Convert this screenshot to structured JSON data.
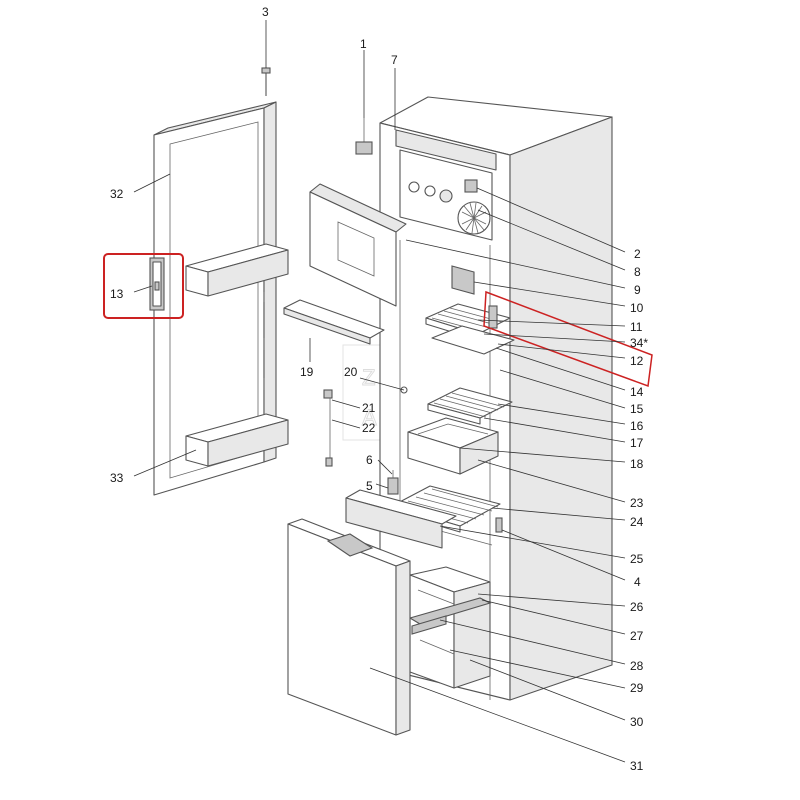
{
  "highlight_color": "#cc2222",
  "callouts": {
    "c1": "1",
    "c2": "2",
    "c3": "3",
    "c4": "4",
    "c5": "5",
    "c6": "6",
    "c7": "7",
    "c8": "8",
    "c9": "9",
    "c10": "10",
    "c11": "11",
    "c12": "12",
    "c13": "13",
    "c14": "14",
    "c15": "15",
    "c16": "16",
    "c17": "17",
    "c18": "18",
    "c19": "19",
    "c20": "20",
    "c21": "21",
    "c22": "22",
    "c23": "23",
    "c24": "24",
    "c25": "25",
    "c26": "26",
    "c27": "27",
    "c28": "28",
    "c29": "29",
    "c30": "30",
    "c31": "31",
    "c32": "32",
    "c33": "33",
    "c34": "34*"
  },
  "watermark": {
    "line1": "ZY",
    "line2": "AM"
  }
}
